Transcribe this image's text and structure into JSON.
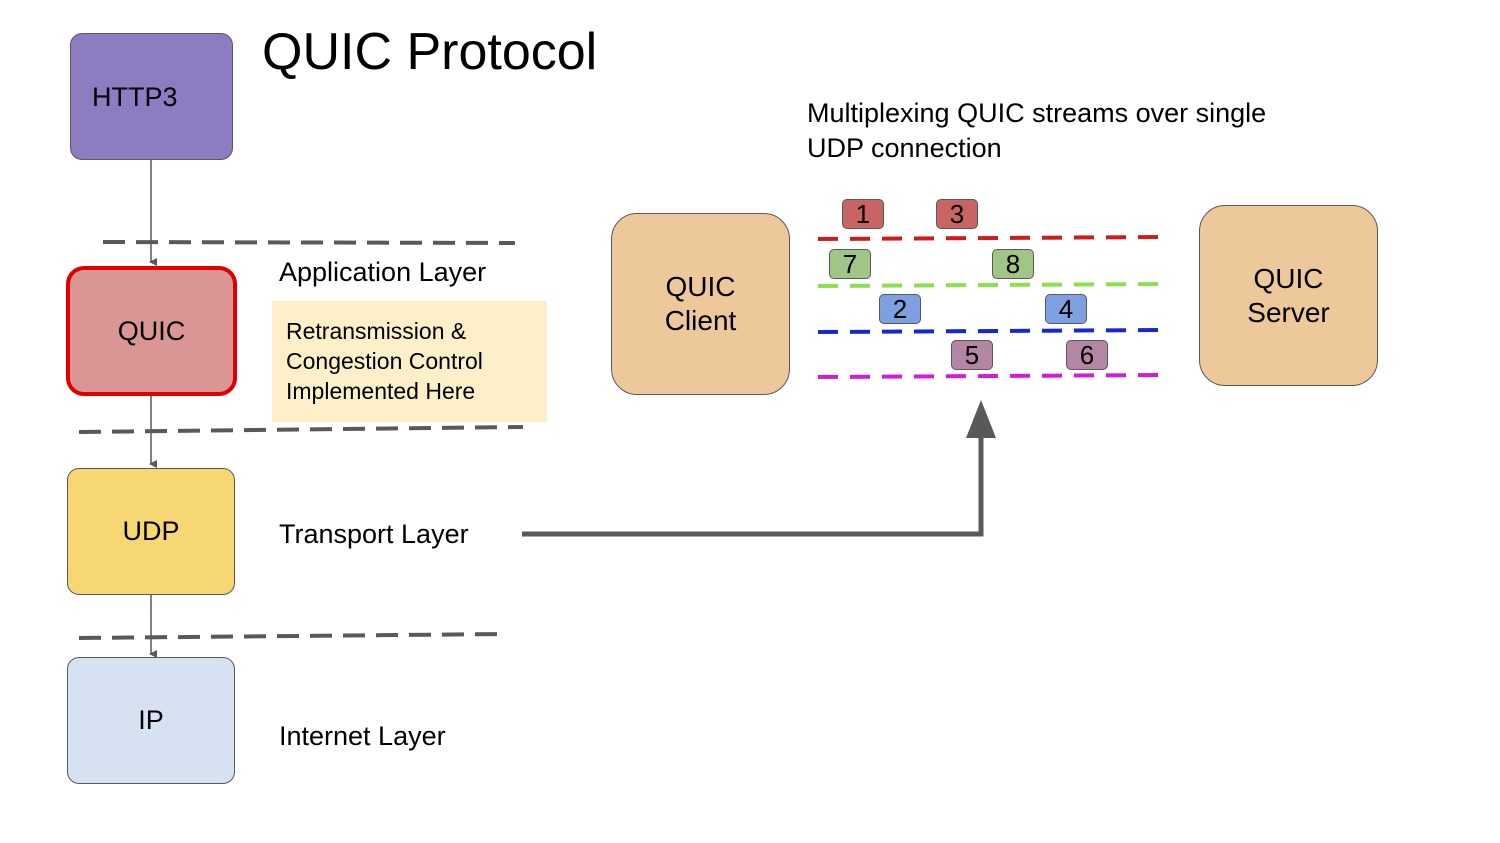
{
  "title": "QUIC Protocol",
  "subtitle": "Multiplexing QUIC streams over single\nUDP connection",
  "stack": {
    "http3": "HTTP3",
    "quic": "QUIC",
    "udp": "UDP",
    "ip": "IP"
  },
  "layers": {
    "application": "Application Layer",
    "transport": "Transport Layer",
    "internet": "Internet Layer"
  },
  "note": "Retransmission &\nCongestion Control\nImplemented Here",
  "endpoints": {
    "client": "QUIC\nClient",
    "server": "QUIC\nServer"
  },
  "streams": [
    "1",
    "3",
    "7",
    "8",
    "2",
    "4",
    "5",
    "6"
  ],
  "colors": {
    "http3": "#8e7cc3",
    "quic": "#d99694",
    "quic_border": "#e00000",
    "udp": "#f6d774",
    "ip": "#d6e2f1",
    "note_bg": "#fdf0c8",
    "endpoint": "#ecc89a",
    "stream_red": "#c86464",
    "stream_green": "#9fc686",
    "stream_blue": "#7ea0e0",
    "stream_purple": "#b585a6",
    "line_red": "#d11a1a",
    "line_green": "#8be04e",
    "line_blue": "#1626d6",
    "line_magenta": "#d61ad6",
    "divider": "#595959",
    "arrow": "#595959"
  }
}
